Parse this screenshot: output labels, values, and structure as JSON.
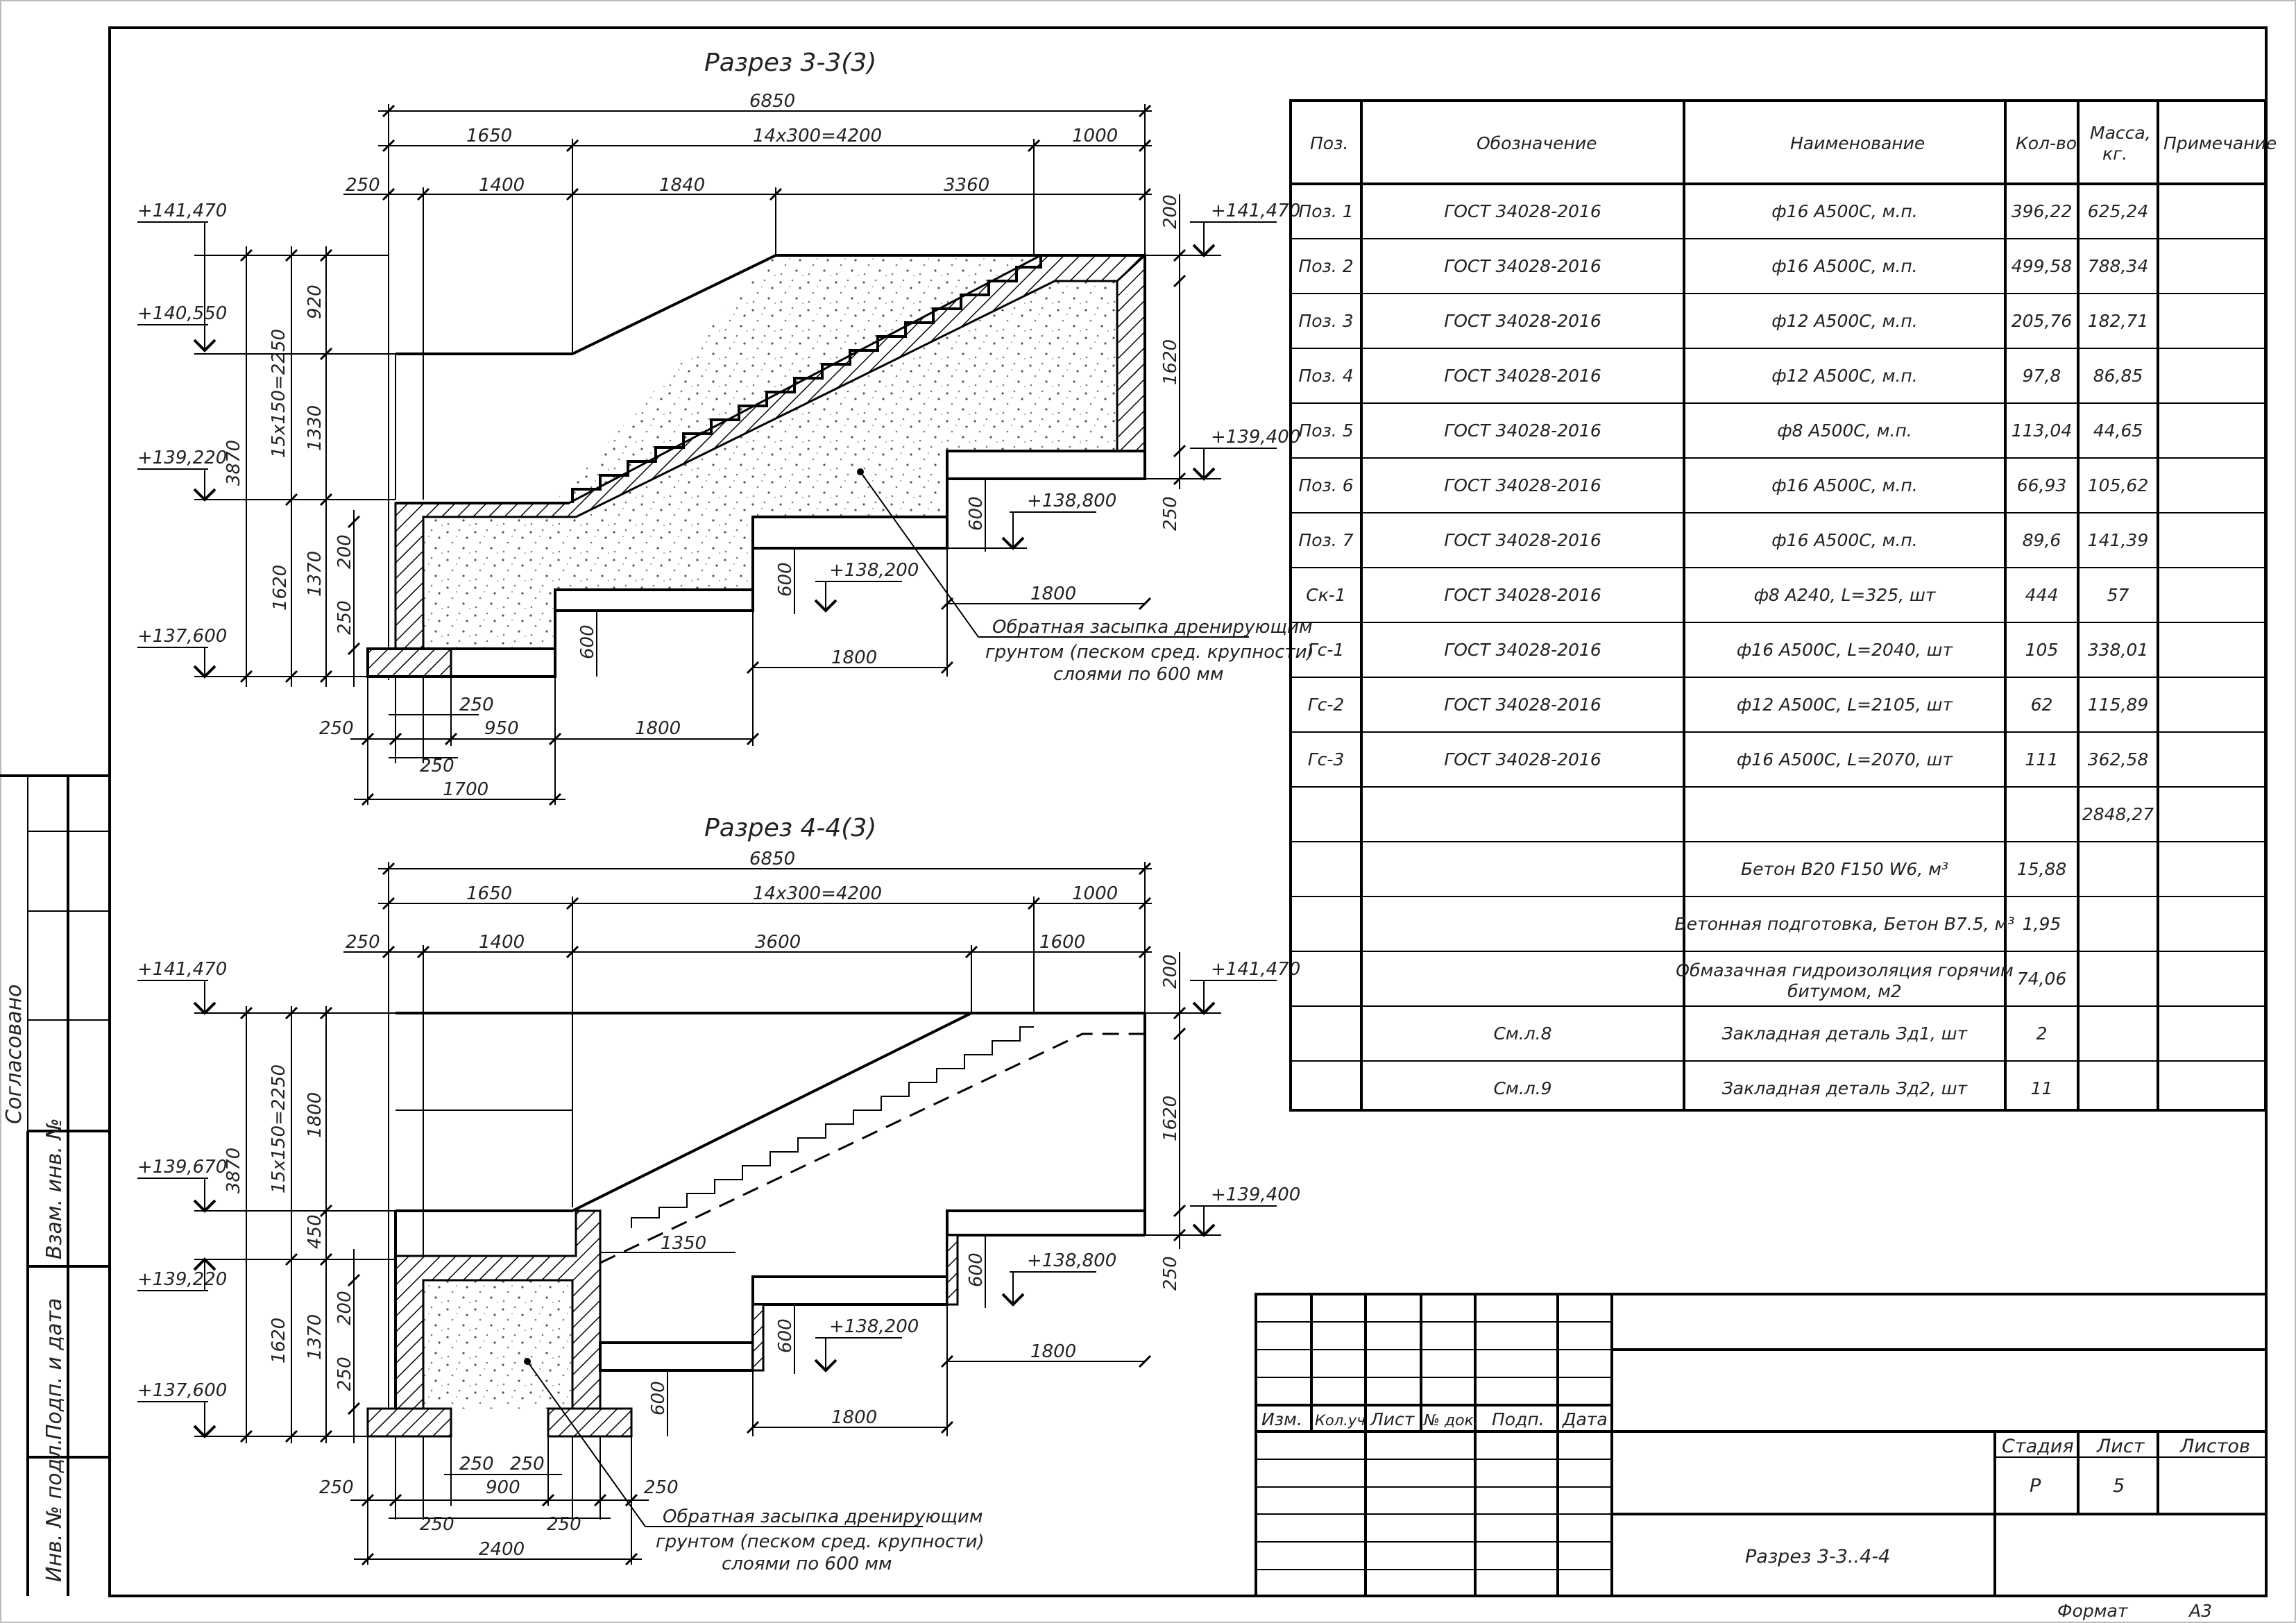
{
  "section_3": {
    "title": "Разрез 3-3(3)",
    "dims": {
      "total": "6850",
      "a1650": "1650",
      "steps": "14x300=4200",
      "a1000": "1000",
      "a250": "250",
      "a1400": "1400",
      "a1840": "1840",
      "a3360": "3360",
      "h200": "200",
      "h1620r": "1620",
      "h250r": "250",
      "h920": "920",
      "h1330": "1330",
      "h1370": "1370",
      "h200l": "200",
      "h250l": "250",
      "h3870": "3870",
      "h15x150": "15x150=2250",
      "h1620l": "1620",
      "h600a": "600",
      "h600b": "600",
      "h600c": "600",
      "w1800a": "1800",
      "w1800b": "1800",
      "w1800c": "1800",
      "b250": "250",
      "b250b": "250",
      "b250c": "250",
      "b950": "950",
      "b1700": "1700"
    },
    "levels": {
      "l141470l": "+141,470",
      "l140550": "+140,550",
      "l139220": "+139,220",
      "l137600": "+137,600",
      "l141470r": "+141,470",
      "l139400": "+139,400",
      "l138800": "+138,800",
      "l138200": "+138,200"
    },
    "note": [
      "Обратная засыпка дренирующим",
      "грунтом (песком сред. крупности)",
      "слоями по 600 мм"
    ]
  },
  "section_4": {
    "title": "Разрез 4-4(3)",
    "dims": {
      "total": "6850",
      "a1650": "1650",
      "steps": "14x300=4200",
      "a1000": "1000",
      "a250": "250",
      "a1400": "1400",
      "a3600": "3600",
      "a1600": "1600",
      "h200": "200",
      "h1620r": "1620",
      "h250r": "250",
      "h1800": "1800",
      "h450": "450",
      "h200l": "200",
      "h1370": "1370",
      "h250l": "250",
      "h3870": "3870",
      "h15x150": "15x150=2250",
      "h1620l": "1620",
      "d1350": "1350",
      "h600a": "600",
      "h600b": "600",
      "h600c": "600",
      "w1800a": "1800",
      "w1800b": "1800",
      "b250a": "250",
      "b250b": "250",
      "b250c": "250",
      "b250d": "250",
      "b250e": "250",
      "b250f": "250",
      "b900": "900",
      "b2400": "2400"
    },
    "levels": {
      "l141470l": "+141,470",
      "l139670": "+139,670",
      "l139220": "+139,220",
      "l137600": "+137,600",
      "l141470r": "+141,470",
      "l139400": "+139,400",
      "l138800": "+138,800",
      "l138200": "+138,200"
    },
    "note": [
      "Обратная засыпка дренирующим",
      "грунтом (песком сред. крупности)",
      "слоями по 600 мм"
    ]
  },
  "spec_table": {
    "headers": [
      "Поз.",
      "Обозначение",
      "Наименование",
      "Кол-во",
      "Масса, кг.",
      "Примечание"
    ],
    "mass_header": [
      "Масса,",
      "кг."
    ],
    "rows": [
      [
        "Поз. 1",
        "ГОСТ 34028-2016",
        "ф16 А500С, м.п.",
        "396,22",
        "625,24",
        ""
      ],
      [
        "Поз. 2",
        "ГОСТ 34028-2016",
        "ф16 А500С, м.п.",
        "499,58",
        "788,34",
        ""
      ],
      [
        "Поз. 3",
        "ГОСТ 34028-2016",
        "ф12 А500С, м.п.",
        "205,76",
        "182,71",
        ""
      ],
      [
        "Поз. 4",
        "ГОСТ 34028-2016",
        "ф12 А500С, м.п.",
        "97,8",
        "86,85",
        ""
      ],
      [
        "Поз. 5",
        "ГОСТ 34028-2016",
        "ф8 А500С, м.п.",
        "113,04",
        "44,65",
        ""
      ],
      [
        "Поз. 6",
        "ГОСТ 34028-2016",
        "ф16 А500С, м.п.",
        "66,93",
        "105,62",
        ""
      ],
      [
        "Поз. 7",
        "ГОСТ 34028-2016",
        "ф16 А500С, м.п.",
        "89,6",
        "141,39",
        ""
      ],
      [
        "Ск-1",
        "ГОСТ 34028-2016",
        "ф8 А240, L=325, шт",
        "444",
        "57",
        ""
      ],
      [
        "Гс-1",
        "ГОСТ 34028-2016",
        "ф16 А500С, L=2040, шт",
        "105",
        "338,01",
        ""
      ],
      [
        "Гс-2",
        "ГОСТ 34028-2016",
        "ф12 А500С, L=2105, шт",
        "62",
        "115,89",
        ""
      ],
      [
        "Гс-3",
        "ГОСТ 34028-2016",
        "ф16 А500С, L=2070, шт",
        "111",
        "362,58",
        ""
      ],
      [
        "",
        "",
        "",
        "",
        "2848,27",
        ""
      ],
      [
        "",
        "",
        "Бетон В20 F150 W6, м³",
        "15,88",
        "",
        ""
      ],
      [
        "",
        "",
        "Бетонная подготовка, Бетон В7.5, м³",
        "1,95",
        "",
        ""
      ],
      [
        "",
        "",
        "Обмазачная гидроизоляция горячим|битумом, м2",
        "74,06",
        "",
        ""
      ],
      [
        "",
        "См.л.8",
        "Закладная деталь Зд1, шт",
        "2",
        "",
        ""
      ],
      [
        "",
        "См.л.9",
        "Закладная деталь Зд2, шт",
        "11",
        "",
        ""
      ]
    ]
  },
  "side_stamps": {
    "agreed": "Согласовано",
    "inv_replace": "Взам. инв. №",
    "sign_date": "Подп. и дата",
    "inv_orig": "Инв. № подл."
  },
  "title_block": {
    "cols": [
      "Изм.",
      "Кол.уч",
      "Лист",
      "№ док.",
      "Подп.",
      "Дата"
    ],
    "stage_label": "Стадия",
    "sheet_label": "Лист",
    "sheets_label": "Листов",
    "stage": "Р",
    "sheet": "5",
    "sheets": "",
    "drawing_name": "Разрез 3-3..4-4",
    "format_label": "Формат",
    "format": "А3"
  }
}
